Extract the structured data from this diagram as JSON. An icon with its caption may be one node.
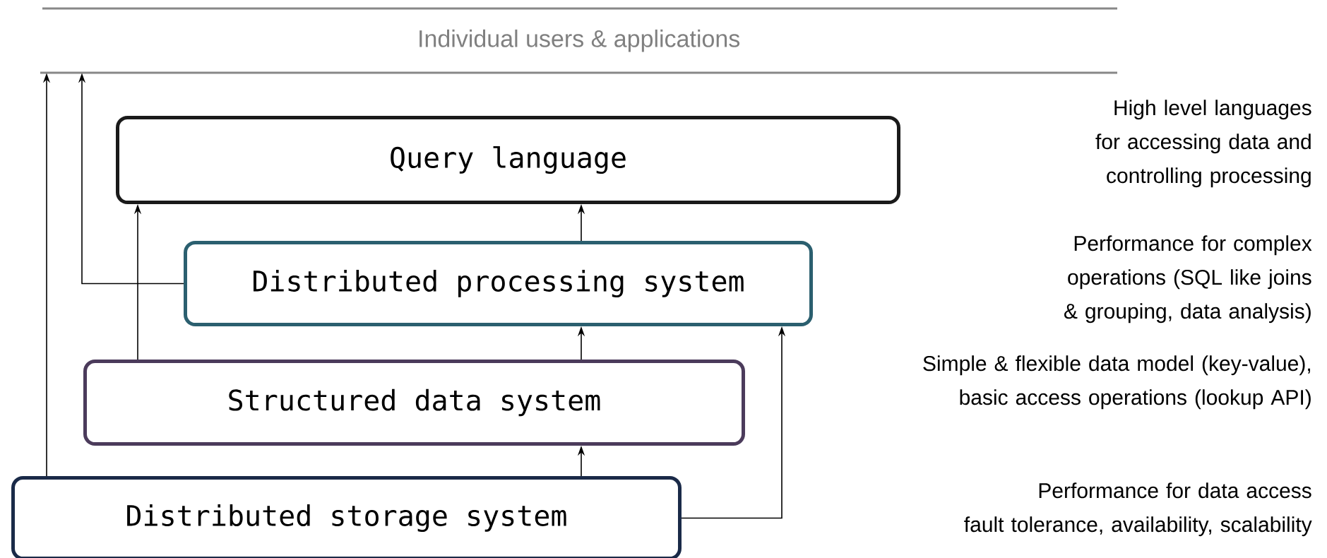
{
  "diagram": {
    "nodes": [
      {
        "text": [
          "Individual users & applications"
        ]
      },
      {
        "text": [
          "Query language"
        ]
      },
      {
        "text": [
          "Distributed processing system"
        ]
      },
      {
        "text": [
          "Structured data system"
        ]
      },
      {
        "text": [
          "Distributed storage system"
        ]
      }
    ],
    "labels": [
      "High level languages for accessing data and controlling processing",
      "Performance for complex operations (SQL like joins & grouping, data analysis)",
      "Simple & flexible data model (key-value), basic access operations (lookup API)",
      "Performance for data access",
      "fault tolerance, availability, scalability"
    ],
    "edges": [
      {
        "from": 2,
        "to": 1,
        "arrow": "to"
      },
      {
        "from": 3,
        "to": 2,
        "arrow": "to"
      },
      {
        "from": 4,
        "to": 3,
        "arrow": "to"
      },
      {
        "from": 3,
        "to": 1,
        "arrow": "to"
      },
      {
        "from": 2,
        "to": 0,
        "arrow": "to"
      },
      {
        "from": 4,
        "to": 0,
        "arrow": "to"
      },
      {
        "from": 4,
        "to": 2,
        "arrow": "to"
      }
    ]
  }
}
